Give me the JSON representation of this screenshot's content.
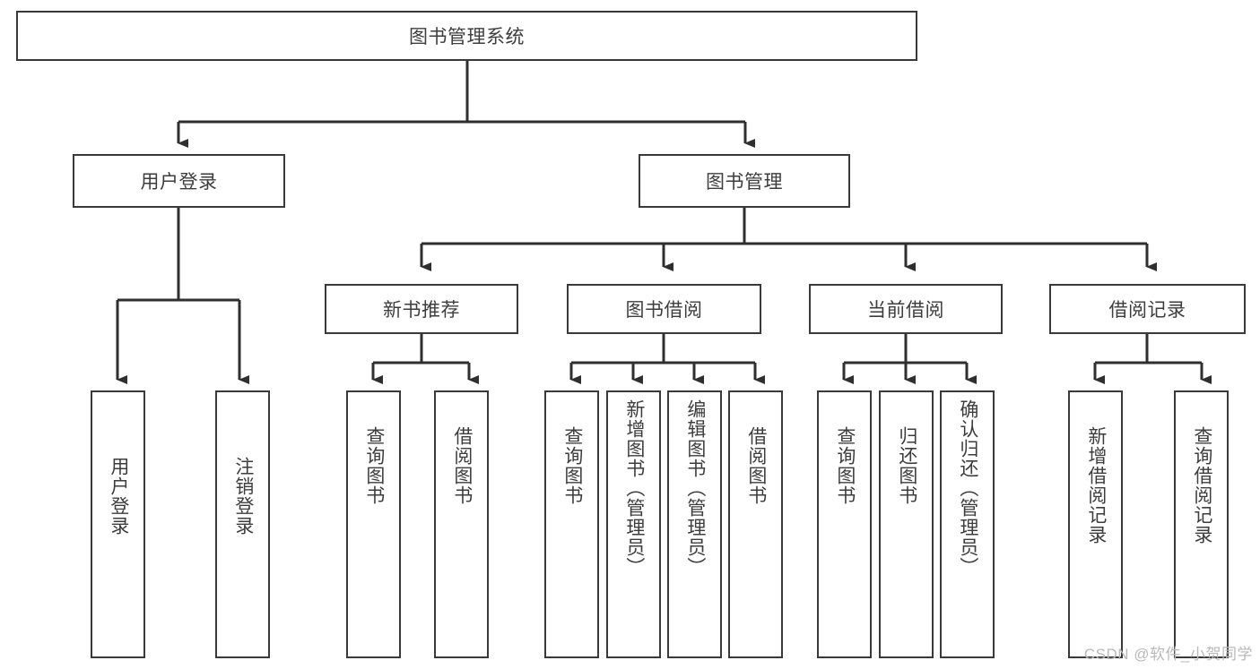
{
  "diagram": {
    "title": "图书管理系统",
    "type": "tree-hierarchy-chart",
    "root": {
      "label": "图书管理系统"
    },
    "level2": [
      {
        "label": "用户登录"
      },
      {
        "label": "图书管理"
      }
    ],
    "level3": [
      {
        "label": "新书推荐"
      },
      {
        "label": "图书借阅"
      },
      {
        "label": "当前借阅"
      },
      {
        "label": "借阅记录"
      }
    ],
    "leaves": {
      "user_login": [
        {
          "label": "用户登录"
        },
        {
          "label": "注销登录"
        }
      ],
      "new_book_recommend": [
        {
          "label": "查询图书"
        },
        {
          "label": "借阅图书"
        }
      ],
      "book_borrow": [
        {
          "label": "查询图书"
        },
        {
          "label": "新增图书（管理员）"
        },
        {
          "label": "编辑图书（管理员）"
        },
        {
          "label": "借阅图书"
        }
      ],
      "current_borrow": [
        {
          "label": "查询图书"
        },
        {
          "label": "归还图书"
        },
        {
          "label": "确认归还（管理员）"
        }
      ],
      "borrow_record": [
        {
          "label": "新增借阅记录"
        },
        {
          "label": "查询借阅记录"
        }
      ]
    }
  },
  "watermark": {
    "text": "CSDN @软件_小贺同学"
  },
  "colors": {
    "box_border": "#3a3a3a",
    "text": "#3d3d3d",
    "connector": "#2f2f2f",
    "background": "#ffffff",
    "watermark": "#b9b9b9"
  }
}
